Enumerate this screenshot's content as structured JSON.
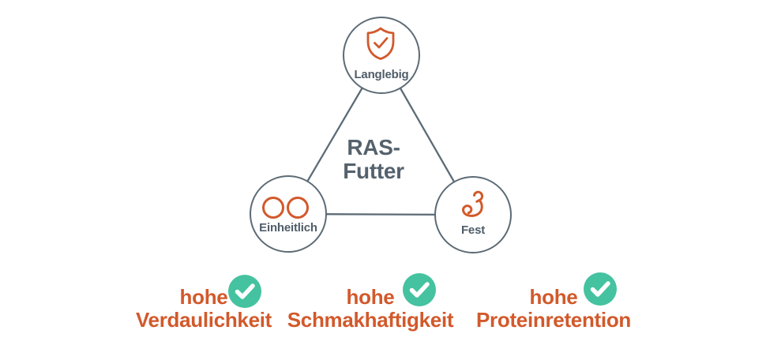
{
  "colors": {
    "orange": "#D2592B",
    "slate_stroke": "#5C6B75",
    "slate_text": "#4F5D68",
    "title_text": "#55626D",
    "check_green": "#45C2A0",
    "check_mark": "#FFFFFF",
    "background": "#FFFFFF"
  },
  "diagram": {
    "center_title": {
      "line1": "RAS-",
      "line2": "Futter"
    },
    "nodes": [
      {
        "id": "top",
        "label": "Langlebig",
        "icon": "shield-check-icon"
      },
      {
        "id": "left",
        "label": "Einheitlich",
        "icon": "two-circles-icon"
      },
      {
        "id": "right",
        "label": "Fest",
        "icon": "muscle-arm-icon"
      }
    ]
  },
  "benefits": [
    {
      "prefix": "hohe",
      "label": "Verdaulichkeit",
      "icon": "check-badge-icon"
    },
    {
      "prefix": "hohe",
      "label": "Schmakhaftigkeit",
      "icon": "check-badge-icon"
    },
    {
      "prefix": "hohe",
      "label": "Proteinretention",
      "icon": "check-badge-icon"
    }
  ]
}
